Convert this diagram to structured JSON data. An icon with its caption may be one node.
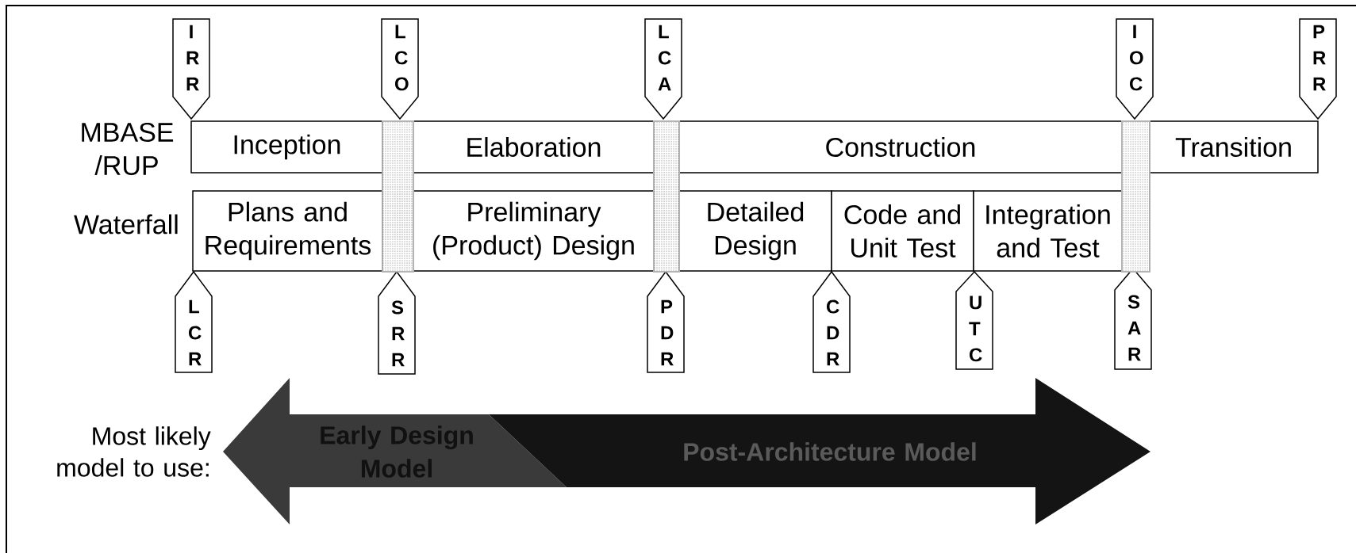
{
  "diagram": {
    "nodes": [
      {
        "text": [
          "I R R"
        ]
      },
      {
        "text": [
          "L C O"
        ]
      },
      {
        "text": [
          "L C A"
        ]
      },
      {
        "text": [
          "I O C"
        ]
      },
      {
        "text": [
          "P R R"
        ]
      },
      {
        "text": [
          "Inception"
        ]
      },
      {
        "text": [
          "Elaboration"
        ]
      },
      {
        "text": [
          "Construction"
        ]
      },
      {
        "text": [
          "Transition"
        ]
      },
      {
        "text": [
          "Plans and Requirements"
        ]
      },
      {
        "text": [
          "Preliminary (Product) Design"
        ]
      },
      {
        "text": [
          "Detailed Design"
        ]
      },
      {
        "text": [
          "Code and Unit Test"
        ]
      },
      {
        "text": [
          "Integration and Test"
        ]
      },
      {
        "text": [
          "L C R"
        ]
      },
      {
        "text": [
          "S R R"
        ]
      },
      {
        "text": [
          "P D R"
        ]
      },
      {
        "text": [
          "C D R"
        ]
      },
      {
        "text": [
          "U T C"
        ]
      },
      {
        "text": [
          "S A R"
        ]
      },
      {
        "text": [
          "Early Design Model"
        ]
      },
      {
        "text": [
          "Post-Architecture Model"
        ]
      },
      {
        "text": [],
        "shape": "bar"
      },
      {
        "text": [],
        "shape": "bar"
      },
      {
        "text": [],
        "shape": "bar"
      }
    ],
    "labels": [
      "MBASE /RUP",
      "Waterfall",
      "Most likely model to use:"
    ]
  }
}
